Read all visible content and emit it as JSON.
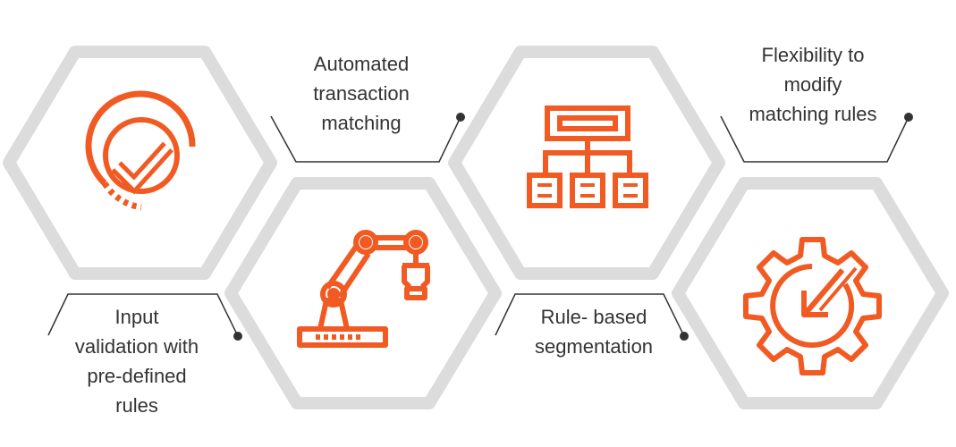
{
  "colors": {
    "accent": "#f15a22",
    "hexagon_outline": "#dcdcdc",
    "connector": "#333333",
    "text": "#333333"
  },
  "features": [
    {
      "icon": "check-circle-icon",
      "lines": [
        "Input",
        "validation with",
        "pre-defined",
        "rules"
      ]
    },
    {
      "icon": "robot-arm-icon",
      "lines": [
        "Automated",
        "transaction",
        "matching"
      ]
    },
    {
      "icon": "hierarchy-icon",
      "lines": [
        "Rule- based",
        "segmentation"
      ]
    },
    {
      "icon": "gear-icon",
      "lines": [
        "Flexibility to",
        "modify",
        "matching rules"
      ]
    }
  ]
}
